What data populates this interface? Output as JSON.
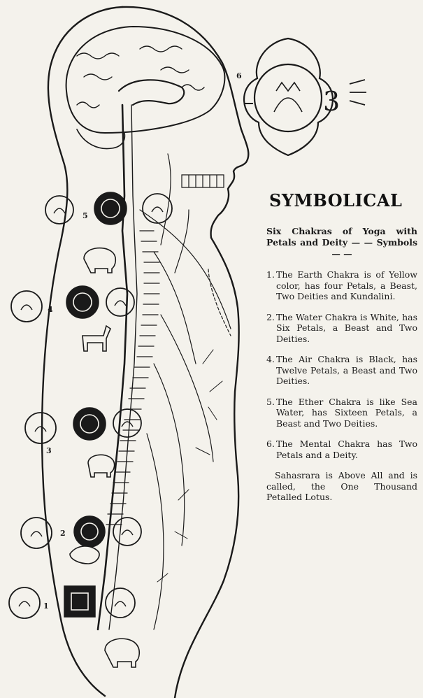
{
  "heading": "SYMBOLICAL",
  "subtitle": "Six Chakras of Yoga with Petals and Deity — — Symbols — —",
  "items": [
    {
      "num": "1.",
      "text": "The Earth Chakra is of Yellow color, has four Petals, a Beast, Two Deities and Kundalini."
    },
    {
      "num": "2.",
      "text": "The Water Chakra is White, has Six Petals, a Beast and Two Deities."
    },
    {
      "num": "4.",
      "text": "The Air Chakra is Black, has Twelve Petals, a Beast and Two Deities."
    },
    {
      "num": "5.",
      "text": "The Ether Chakra is like Sea Water, has Sixteen Petals, a Beast and Two Deities."
    },
    {
      "num": "6.",
      "text": "The Mental Chakra has Two Petals and a Deity."
    }
  ],
  "closing": "Sahasrara is Above All and is called, the One Thousand Petalled Lotus.",
  "figure_labels": {
    "six": "6",
    "five": "5",
    "four": "4",
    "three": "3",
    "two": "2",
    "one": "1",
    "om": "3"
  }
}
